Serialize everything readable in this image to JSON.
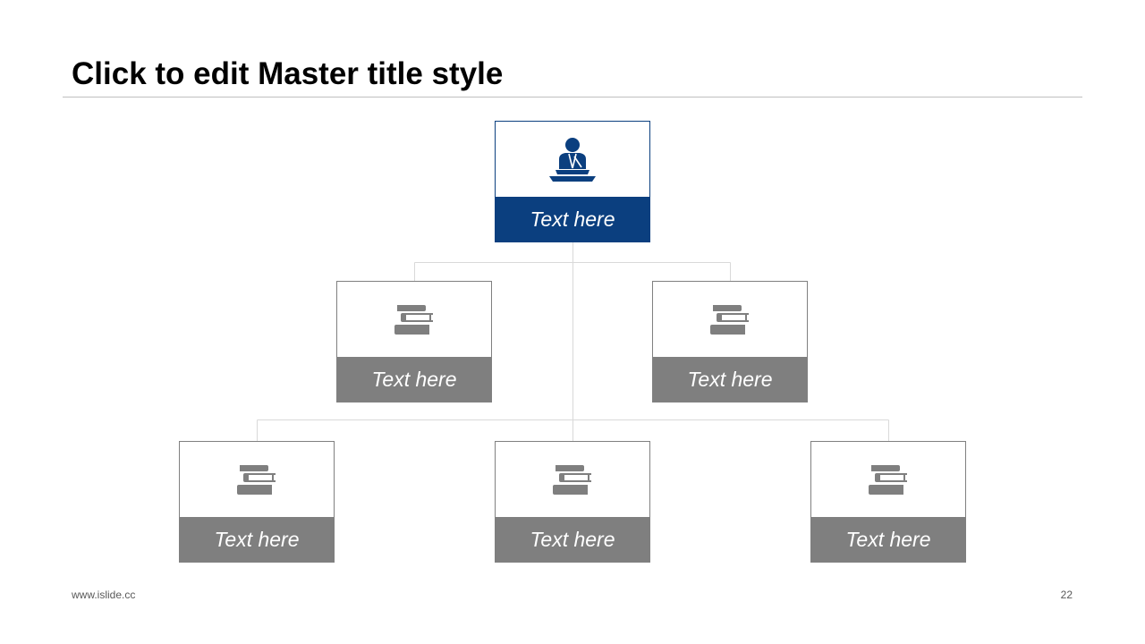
{
  "slide": {
    "title": "Click to edit Master title style",
    "footer_left": "www.islide.cc",
    "page_number": "22"
  },
  "colors": {
    "primary": "#0b3f7f",
    "secondary": "#7f7f7f",
    "connector": "#d9d9d9"
  },
  "org_chart": {
    "top": {
      "label": "Text here",
      "icon": "speaker-podium-icon"
    },
    "level2": [
      {
        "label": "Text here",
        "icon": "books-icon"
      },
      {
        "label": "Text here",
        "icon": "books-icon"
      }
    ],
    "level3": [
      {
        "label": "Text here",
        "icon": "books-icon"
      },
      {
        "label": "Text here",
        "icon": "books-icon"
      },
      {
        "label": "Text here",
        "icon": "books-icon"
      }
    ]
  }
}
